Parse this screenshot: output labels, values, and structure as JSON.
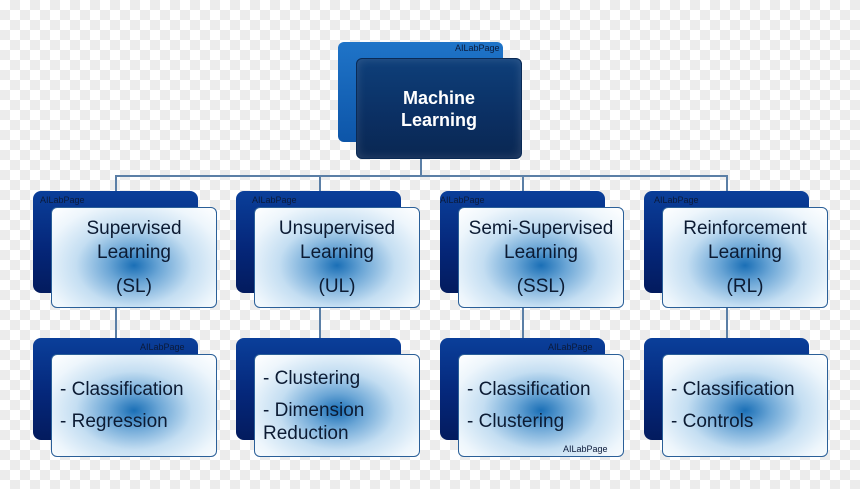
{
  "watermark": "AILabPage",
  "root": {
    "line1": "Machine",
    "line2": "Learning"
  },
  "categories": [
    {
      "line1": "Supervised",
      "line2": "Learning",
      "abbr": "(SL)",
      "items": [
        "- Classification",
        "- Regression"
      ]
    },
    {
      "line1": "Unsupervised",
      "line2": "Learning",
      "abbr": "(UL)",
      "items": [
        "- Clustering",
        "- Dimension",
        "Reduction"
      ]
    },
    {
      "line1": "Semi-Supervised",
      "line2": "Learning",
      "abbr": "(SSL)",
      "items": [
        "- Classification",
        "- Clustering"
      ]
    },
    {
      "line1": "Reinforcement",
      "line2": "Learning",
      "abbr": "(RL)",
      "items": [
        "- Classification",
        "- Controls"
      ]
    }
  ]
}
